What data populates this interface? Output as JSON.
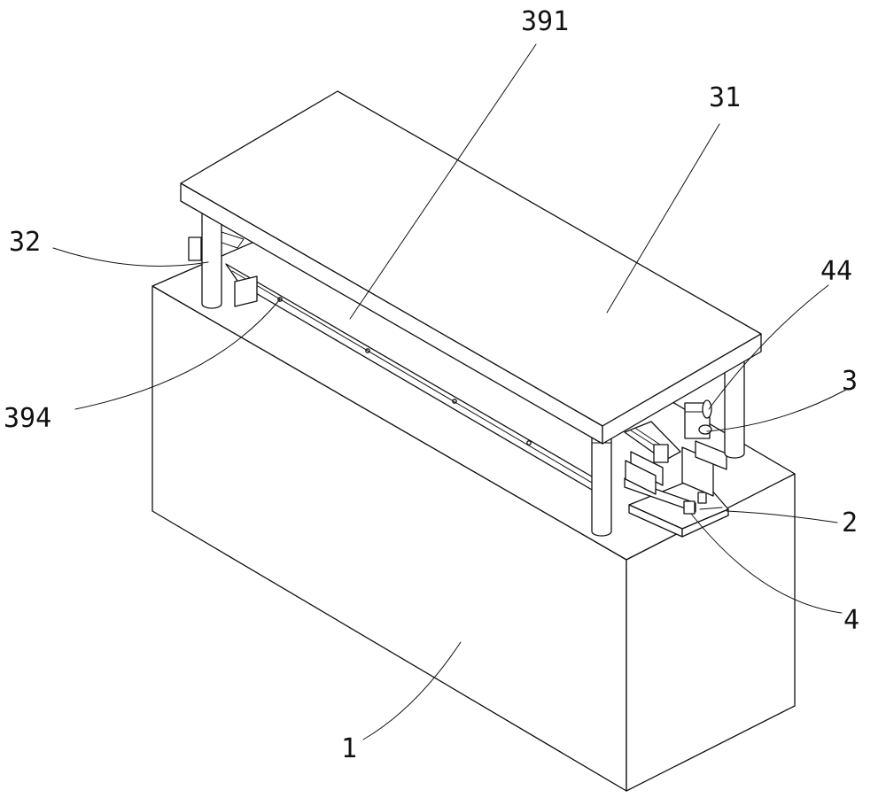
{
  "figure": {
    "labels": {
      "l391": "391",
      "l31": "31",
      "l32": "32",
      "l44": "44",
      "l3": "3",
      "l394": "394",
      "l2": "2",
      "l4": "4",
      "l1": "1"
    }
  }
}
